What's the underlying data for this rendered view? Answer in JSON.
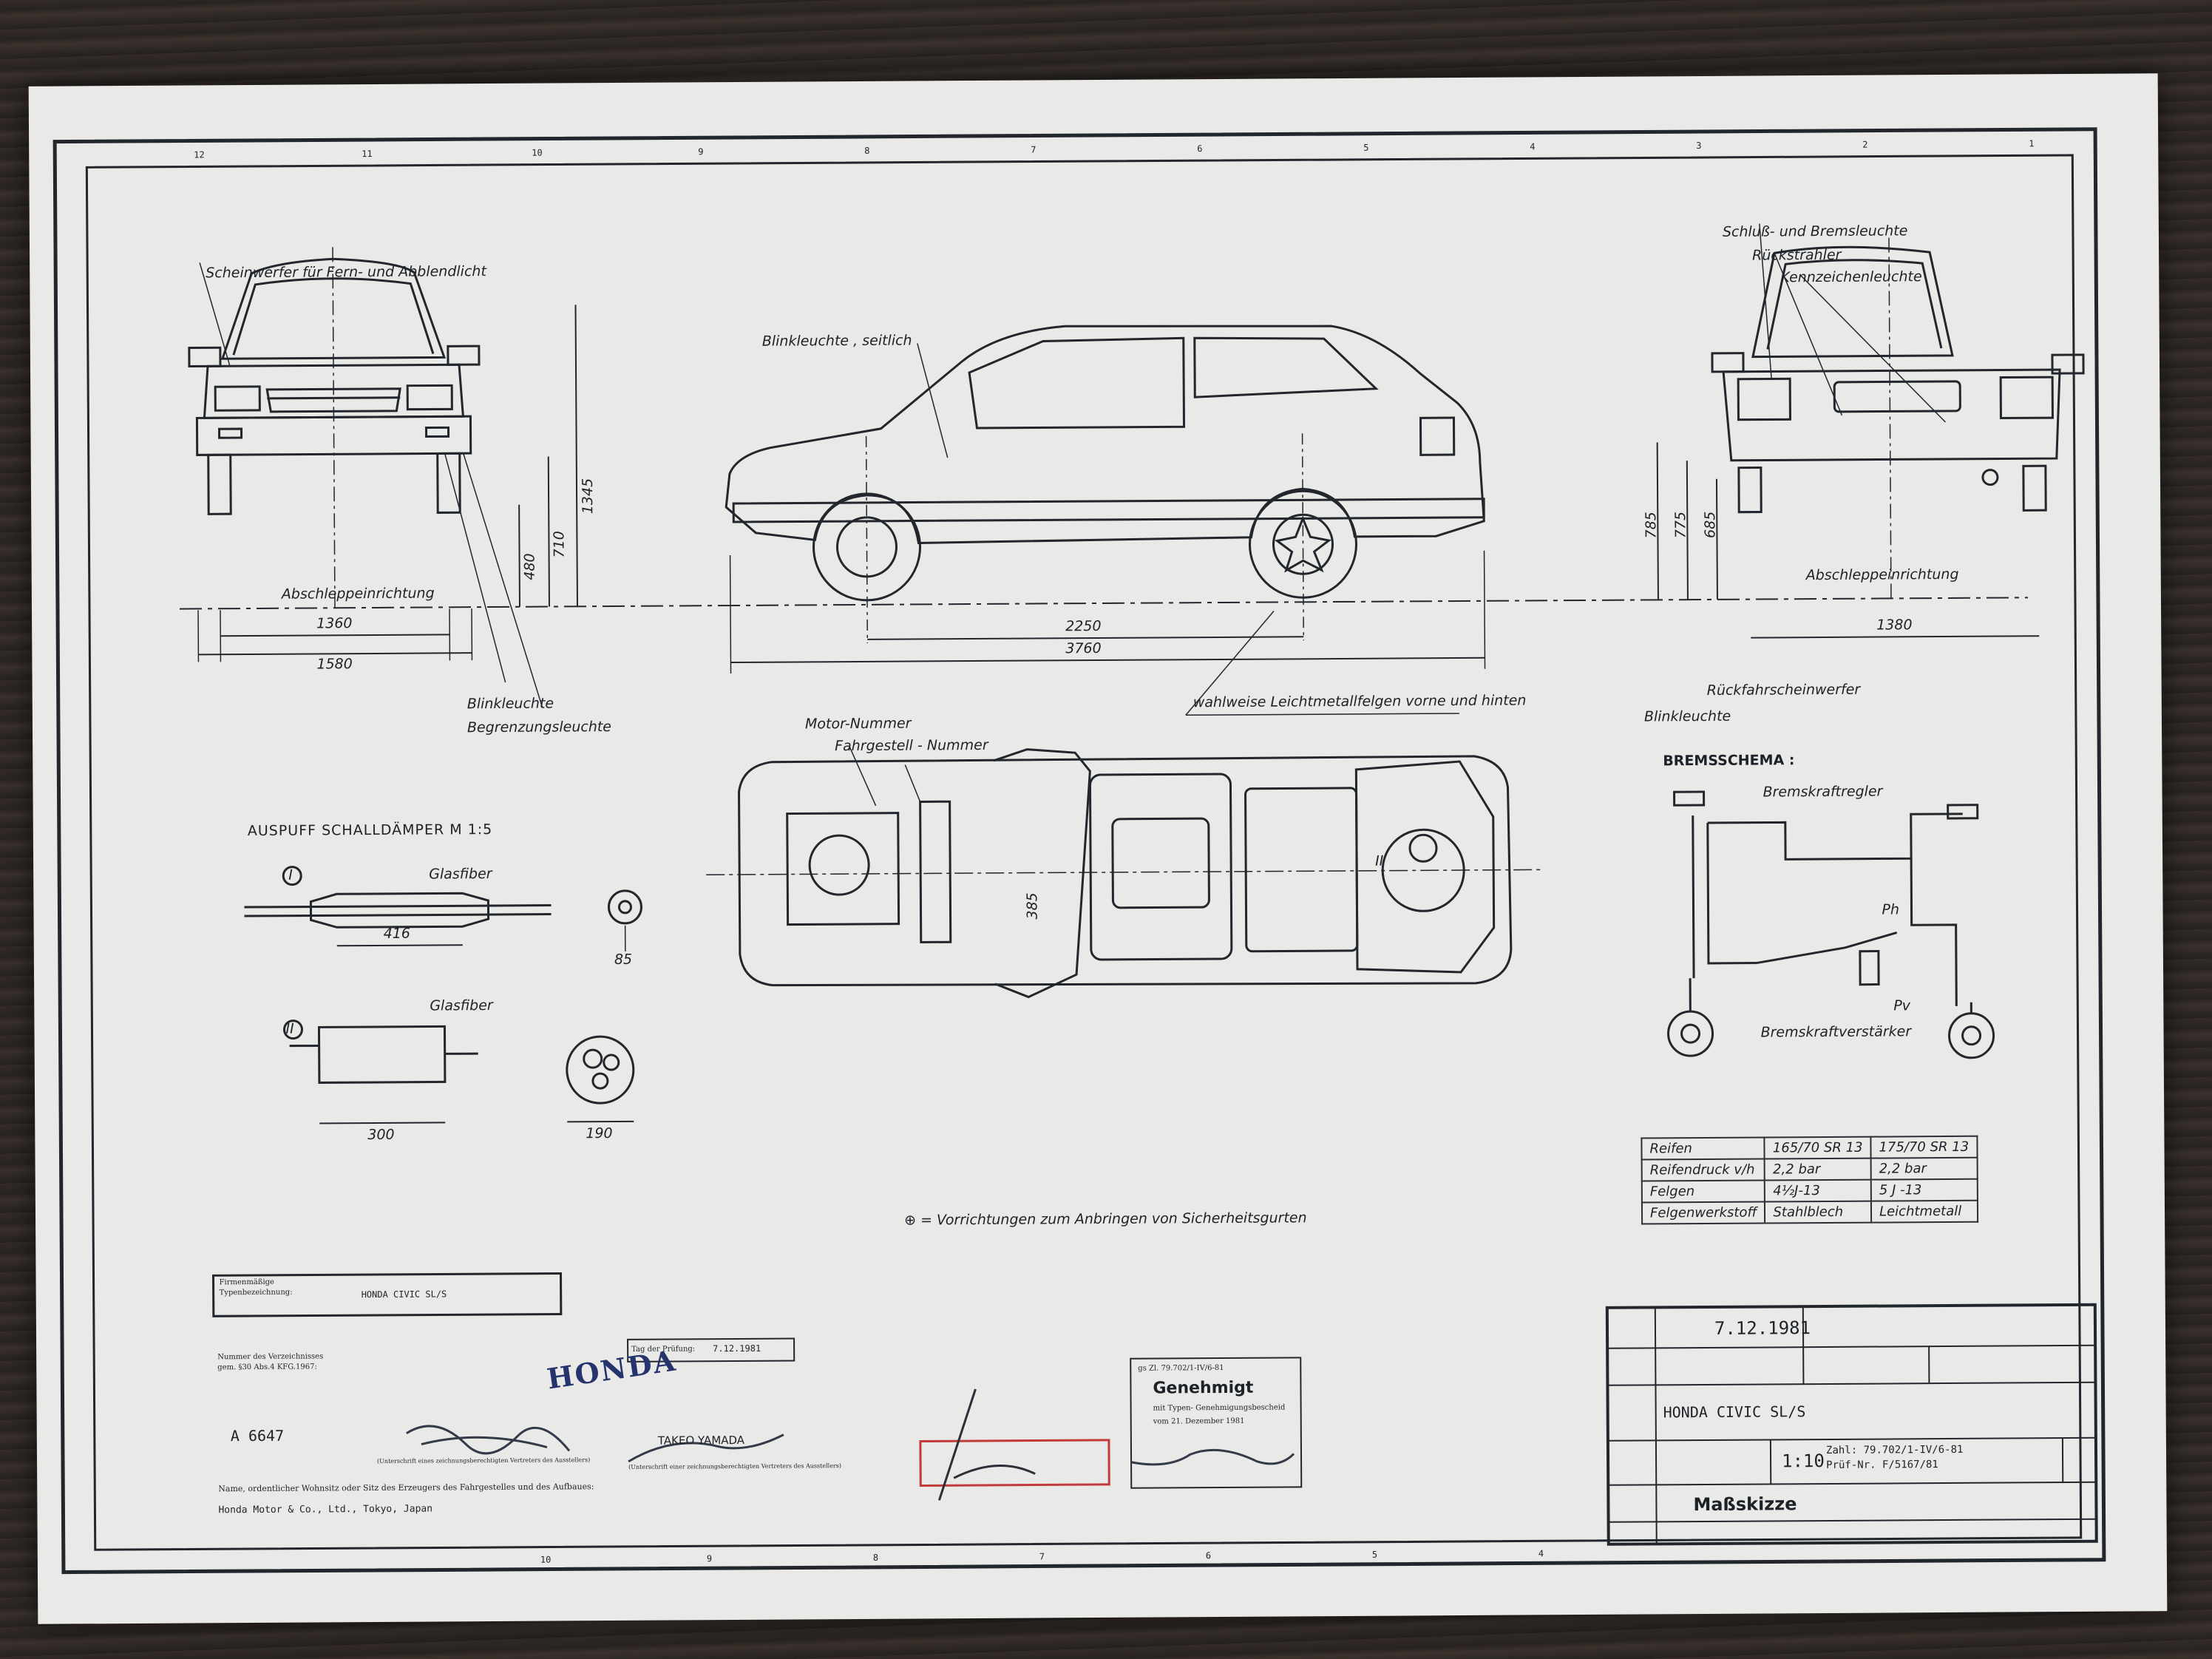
{
  "labels": {
    "scheinwerfer": "Scheinwerfer für Fern- und Abblendlicht",
    "abschlepp_front": "Abschleppeinrichtung",
    "blinkleuchte_front": "Blinkleuchte",
    "begrenzungsleuchte": "Begrenzungsleuchte",
    "blinkleuchte_seitlich": "Blinkleuchte , seitlich",
    "leichtmetall": "wahlweise Leichtmetallfelgen vorne und hinten",
    "schluss_brems": "Schluß- und Bremsleuchte",
    "rueckstrahler": "Rückstrahler",
    "kennzeichen": "Kennzeichenleuchte",
    "abschlepp_rear": "Abschleppeinrichtung",
    "rueckfahr": "Rückfahrscheinwerfer",
    "blinkleuchte_rear": "Blinkleuchte",
    "motor_nummer": "Motor-Nummer",
    "fahrgestell_nummer": "Fahrgestell - Nummer",
    "auspuff_title": "AUSPUFF SCHALLDÄMPER M 1:5",
    "glasfiber_1": "Glasfiber",
    "glasfiber_2": "Glasfiber",
    "roman_1": "I",
    "roman_2": "II",
    "roman_2b": "II",
    "bremsschema": "BREMSSCHEMA :",
    "bremskraftregler": "Bremskraftregler",
    "bremskraftverstaerker": "Bremskraftverstärker",
    "ph": "Ph",
    "pv": "Pv",
    "vorrichtungen": "= Vorrichtungen zum Anbringen von Sicherheitsgurten"
  },
  "dimensions": {
    "front_track": "1360",
    "front_width": "1580",
    "front_h1": "480",
    "front_h2": "710",
    "front_h3": "1345",
    "wheelbase": "2250",
    "length": "3760",
    "rear_track": "1380",
    "rear_h1": "785",
    "rear_h2": "775",
    "rear_h3": "685",
    "muffler1_len": "416",
    "muffler1_dia": "85",
    "muffler2_len": "300",
    "muffler2_dia": "190",
    "seat_dim": "385"
  },
  "grid_top": [
    "12",
    "11",
    "10",
    "9",
    "8",
    "7",
    "6",
    "5",
    "4",
    "3",
    "2",
    "1"
  ],
  "grid_bottom": [
    "10",
    "9",
    "8",
    "7",
    "6",
    "5",
    "4"
  ],
  "spec_table": [
    [
      "Reifen",
      "165/70 SR 13",
      "175/70 SR 13"
    ],
    [
      "Reifendruck v/h",
      "2,2 bar",
      "2,2 bar"
    ],
    [
      "Felgen",
      "4½J-13",
      "5 J -13"
    ],
    [
      "Felgenwerkstoff",
      "Stahlblech",
      "Leichtmetall"
    ]
  ],
  "bottom_left": {
    "box_label1": "Firmenmäßige",
    "box_label2": "Typenbezeichnung:",
    "box_value": "HONDA CIVIC SL/S",
    "date_label": "Tag der Prüfung:",
    "date_value": "7.12.1981",
    "verzeichnis1": "Nummer des Verzeichnisses",
    "verzeichnis2": "gem. §30 Abs.4 KFG.1967:",
    "number": "A 6647",
    "honda_stamp": "HONDA",
    "takeo": "TAKEO YAMADA",
    "sig_caption1": "(Unterschrift eines zeichnungsberechtigten Vertreters des Ausstellers)",
    "sig_caption2": "(Unterschrift einer zeichnungsberechtigten Vertreters des Ausstellers)",
    "name_label": "Name, ordentlicher Wohnsitz oder Sitz des Erzeugers des Fahrgestelles und des Aufbaues:",
    "name_value": "Honda Motor & Co., Ltd., Tokyo, Japan"
  },
  "genehmigt": {
    "ref": "gs Zl. 79.702/1-IV/6-81",
    "title": "Genehmigt",
    "line1": "mit Typen- Genehmigungsbescheid",
    "line2": "vom 21. Dezember 1981"
  },
  "title_block": {
    "date": "7.12.1981",
    "name": "HONDA CIVIC SL/S",
    "scale": "1:10",
    "zahl": "Zahl: 79.702/1-IV/6-81",
    "pruef": "Prüf-Nr. F/5167/81",
    "title": "Maßskizze"
  },
  "colors": {
    "paper": "#e9e9e7",
    "ink": "#1d2128",
    "stamp_blue": "#26346e",
    "stamp_red": "#c23a3a"
  }
}
